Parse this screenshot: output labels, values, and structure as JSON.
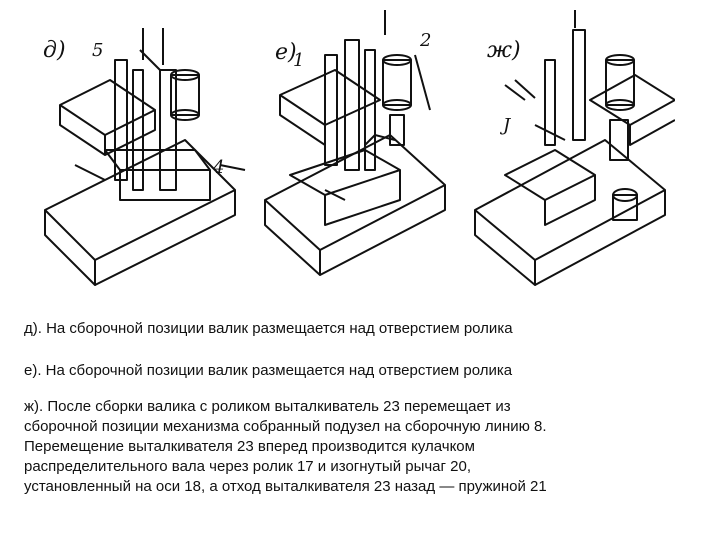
{
  "figure": {
    "panel_labels": [
      "д)",
      "е)",
      "ж)"
    ],
    "part_numbers": [
      "5",
      "4",
      "1",
      "2",
      "J"
    ]
  },
  "captions": {
    "d": "д). На сборочной позиции валик размещается над отверстием ролика",
    "e": "е). На сборочной позиции валик размещается над отверстием ролика",
    "zh_lines": [
      "ж). После сборки валика с роликом выталкиватель 23 перемещает из",
      "сборочной позиции механизма собранный подузел на сборочную линию 8.",
      "Перемещение выталкивателя 23 вперед производится кулачком",
      "распределительного вала через ролик 17 и изогнутый рычаг 20,",
      "установленный на оси 18, а отход выталкивателя 23 назад — пружиной 21"
    ]
  }
}
